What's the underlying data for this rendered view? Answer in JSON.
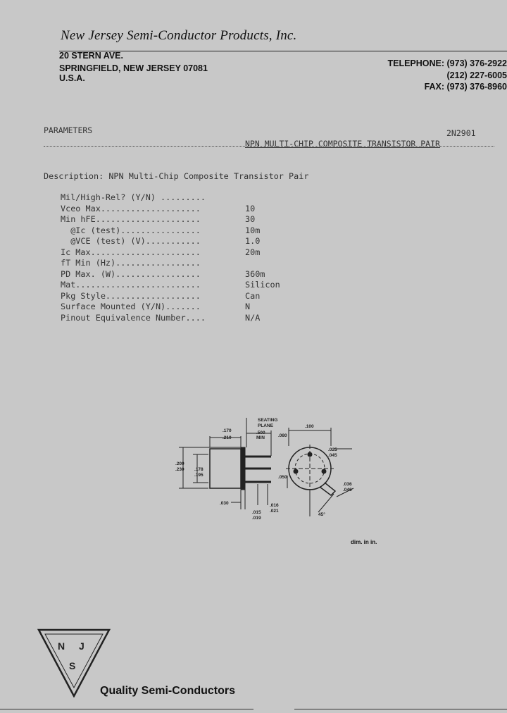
{
  "header": {
    "company": "New Jersey Semi-Conductor Products, Inc.",
    "address_lines": [
      "20 STERN AVE.",
      "SPRINGFIELD, NEW JERSEY 07081",
      "U.S.A."
    ],
    "contact_lines": [
      "TELEPHONE: (973) 376-2922",
      "(212) 227-6005",
      "FAX: (973) 376-8960"
    ]
  },
  "title": {
    "parameters_label": "PARAMETERS",
    "part_number": "2N2901",
    "part_description": "NPN MULTI-CHIP COMPOSITE TRANSISTOR PAIR"
  },
  "description": "Description: NPN Multi-Chip Composite Transistor Pair",
  "parameters": [
    {
      "label": "Mil/High-Rel? (Y/N) .........",
      "value": ""
    },
    {
      "label": "Vceo Max....................",
      "value": "10"
    },
    {
      "label": "Min hFE.....................",
      "value": "30"
    },
    {
      "label": "  @Ic (test)................",
      "value": "10m"
    },
    {
      "label": "  @VCE (test) (V)...........",
      "value": "1.0"
    },
    {
      "label": "Ic Max......................",
      "value": "20m"
    },
    {
      "label": "fT Min (Hz).................",
      "value": ""
    },
    {
      "label": "PD Max. (W).................",
      "value": "360m"
    },
    {
      "label": "Mat.........................",
      "value": "Silicon"
    },
    {
      "label": "Pkg Style...................",
      "value": "Can"
    },
    {
      "label": "Surface Mounted (Y/N).......",
      "value": "N"
    },
    {
      "label": "Pinout Equivalence Number....",
      "value": "N/A"
    }
  ],
  "diagram": {
    "labels": {
      "d170": ".170",
      "d210": ".210",
      "seating": "SEATING",
      "plane": "PLANE",
      "d500": ".500",
      "min": "MIN",
      "d080": ".080",
      "d100": ".100",
      "d025": ".025",
      "d045": ".045",
      "d209": ".209",
      "d230": ".230",
      "d178": ".178",
      "d195": ".195",
      "d050": ".050",
      "d036": ".036",
      "d046": ".046",
      "d030": ".030",
      "d016": ".016",
      "d021": ".021",
      "d015": ".015",
      "d019": ".019",
      "deg45": "45°"
    },
    "dim_note": "dim. in in."
  },
  "footer": {
    "logo_letters": [
      "N",
      "J",
      "S"
    ],
    "tagline": "Quality Semi-Conductors"
  }
}
